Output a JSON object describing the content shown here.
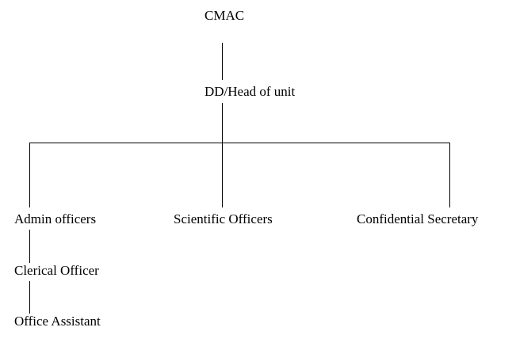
{
  "org_chart": {
    "nodes": {
      "cmac": "CMAC",
      "deputy_director": "DD/Head of unit",
      "admin_officers": "Admin officers",
      "scientific_officers": "Scientific Officers",
      "confidential_secretary": "Confidential Secretary",
      "clerical_officer": "Clerical Officer",
      "office_assistant": "Office Assistant"
    },
    "hierarchy": [
      {
        "parent": "CMAC",
        "children": [
          "DD/Head of unit"
        ]
      },
      {
        "parent": "DD/Head of unit",
        "children": [
          "Admin officers",
          "Scientific Officers",
          "Confidential Secretary"
        ]
      },
      {
        "parent": "Admin officers",
        "children": [
          "Clerical Officer"
        ]
      },
      {
        "parent": "Clerical Officer",
        "children": [
          "Office Assistant"
        ]
      }
    ],
    "line_color": "#000000",
    "text_color": "#000000"
  }
}
